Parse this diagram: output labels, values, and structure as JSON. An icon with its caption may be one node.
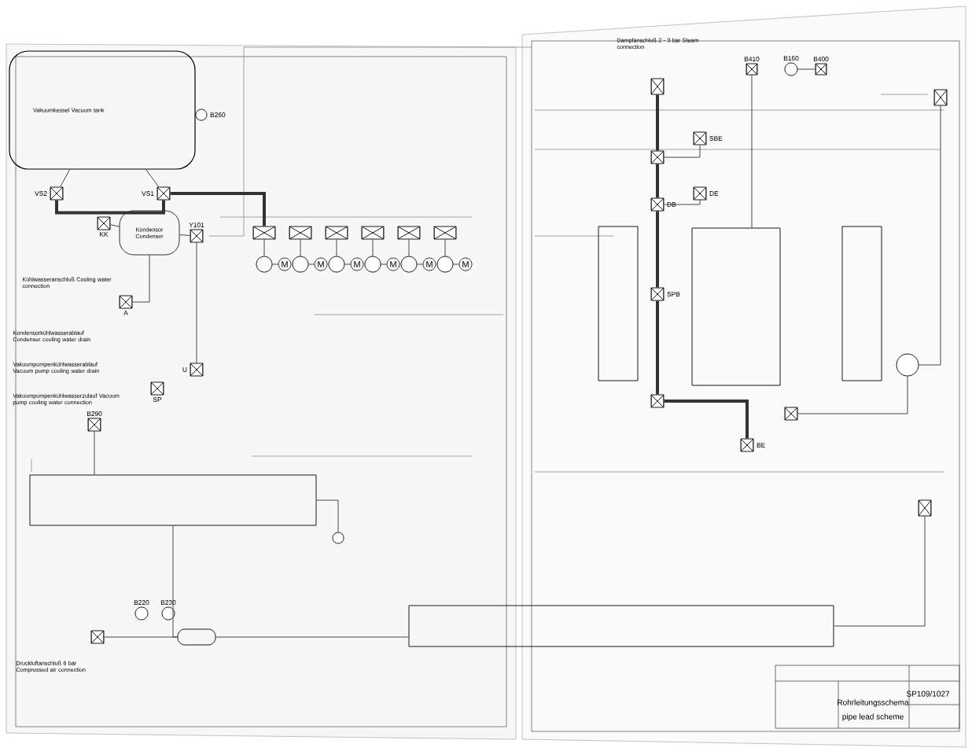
{
  "diagram": {
    "nodes": [
      {
        "text": [
          "Vakuumkessel Vacuum tank"
        ]
      },
      {
        "text": [],
        "shape": "circle",
        "beside": [
          "B260"
        ]
      },
      {
        "text": [],
        "shape": "box",
        "beside": [
          "VS2"
        ]
      },
      {
        "text": [],
        "shape": "box",
        "beside": [
          "VS1"
        ]
      },
      {
        "text": [
          "Kondensor Condenser"
        ]
      },
      {
        "text": [],
        "shape": "box",
        "beside": [
          "KK"
        ]
      },
      {
        "text": [],
        "shape": "box",
        "beside": [
          "Y101"
        ]
      },
      {
        "text": [],
        "shape": "box",
        "beside": [
          "A"
        ]
      },
      {
        "text": [],
        "shape": "box",
        "beside": [
          "U"
        ]
      },
      {
        "text": [],
        "shape": "box",
        "beside": [
          "SP"
        ]
      },
      {
        "text": [],
        "shape": "box",
        "beside": [
          "B290"
        ]
      },
      {
        "text": [],
        "shape": "circle"
      },
      {
        "text": [],
        "shape": "circle"
      },
      {
        "text": [],
        "shape": "circle"
      },
      {
        "text": [],
        "shape": "circle"
      },
      {
        "text": [],
        "shape": "circle"
      },
      {
        "text": [],
        "shape": "circle"
      },
      {
        "text": [
          "M"
        ]
      },
      {
        "text": [
          "M"
        ]
      },
      {
        "text": [
          "M"
        ]
      },
      {
        "text": [
          "M"
        ]
      },
      {
        "text": [
          "M"
        ]
      },
      {
        "text": [
          "M"
        ]
      },
      {
        "text": [],
        "shape": "box"
      },
      {
        "text": [],
        "shape": "box"
      },
      {
        "text": [],
        "shape": "box"
      },
      {
        "text": [],
        "shape": "box"
      },
      {
        "text": [],
        "shape": "box"
      },
      {
        "text": [],
        "shape": "box"
      },
      {
        "text": [],
        "shape": "box"
      },
      {
        "text": [],
        "shape": "circle"
      },
      {
        "text": [],
        "shape": "box"
      },
      {
        "text": [],
        "shape": "circle",
        "beside": [
          "B220"
        ]
      },
      {
        "text": [],
        "shape": "circle",
        "beside": [
          "B230"
        ]
      },
      {
        "text": [],
        "shape": "cylinder"
      },
      {
        "text": [],
        "shape": "box"
      },
      {
        "text": [],
        "shape": "box"
      },
      {
        "text": [],
        "shape": "box",
        "beside": [
          "B410"
        ]
      },
      {
        "text": [],
        "shape": "circle",
        "beside": [
          "B160"
        ]
      },
      {
        "text": [],
        "shape": "box",
        "beside": [
          "B400"
        ]
      },
      {
        "text": [],
        "shape": "box",
        "beside": [
          "SBE"
        ]
      },
      {
        "text": [],
        "shape": "box"
      },
      {
        "text": [],
        "shape": "box",
        "beside": [
          "DE"
        ]
      },
      {
        "text": [],
        "shape": "box",
        "beside": [
          "DB"
        ]
      },
      {
        "text": [],
        "shape": "box",
        "beside": [
          "SPB"
        ]
      },
      {
        "text": [],
        "shape": "box"
      },
      {
        "text": [],
        "shape": "box"
      },
      {
        "text": [],
        "shape": "box"
      },
      {
        "text": [],
        "shape": "circle"
      },
      {
        "text": [],
        "shape": "box"
      },
      {
        "text": [],
        "shape": "box"
      },
      {
        "text": [],
        "shape": "box",
        "beside": [
          "BE"
        ]
      },
      {
        "text": [],
        "shape": "box"
      },
      {
        "text": [],
        "shape": "box"
      }
    ],
    "edges": [
      {
        "from": 0,
        "to": 2,
        "arrow": "none"
      },
      {
        "from": 0,
        "to": 3,
        "arrow": "none"
      },
      {
        "from": 3,
        "to": 23,
        "arrow": "none",
        "style": "thick"
      },
      {
        "from": 2,
        "to": 3,
        "arrow": "none",
        "style": "thick"
      },
      {
        "from": 5,
        "to": 4,
        "arrow": "none"
      },
      {
        "from": 4,
        "to": 6,
        "arrow": "none"
      },
      {
        "from": 6,
        "to": 8,
        "arrow": "none"
      },
      {
        "from": 7,
        "to": 4,
        "arrow": "none"
      },
      {
        "from": 23,
        "to": 11,
        "arrow": "none"
      },
      {
        "from": 24,
        "to": 12,
        "arrow": "none"
      },
      {
        "from": 25,
        "to": 13,
        "arrow": "none"
      },
      {
        "from": 26,
        "to": 14,
        "arrow": "none"
      },
      {
        "from": 27,
        "to": 15,
        "arrow": "none"
      },
      {
        "from": 28,
        "to": 16,
        "arrow": "none"
      },
      {
        "from": 11,
        "to": 17,
        "arrow": "none"
      },
      {
        "from": 12,
        "to": 18,
        "arrow": "none"
      },
      {
        "from": 13,
        "to": 19,
        "arrow": "none"
      },
      {
        "from": 14,
        "to": 20,
        "arrow": "none"
      },
      {
        "from": 15,
        "to": 21,
        "arrow": "none"
      },
      {
        "from": 16,
        "to": 22,
        "arrow": "none"
      },
      {
        "from": 10,
        "to": 29,
        "arrow": "none"
      },
      {
        "from": 31,
        "to": 34,
        "arrow": "none"
      },
      {
        "from": 34,
        "to": 29,
        "arrow": "none"
      },
      {
        "from": 34,
        "to": 35,
        "arrow": "none"
      },
      {
        "from": 29,
        "to": 30,
        "arrow": "none"
      },
      {
        "from": 36,
        "to": 41,
        "arrow": "none",
        "style": "thick"
      },
      {
        "from": 41,
        "to": 43,
        "arrow": "none",
        "style": "thick"
      },
      {
        "from": 43,
        "to": 44,
        "arrow": "none",
        "style": "thick"
      },
      {
        "from": 40,
        "to": 41,
        "arrow": "none"
      },
      {
        "from": 42,
        "to": 43,
        "arrow": "none"
      },
      {
        "from": 37,
        "to": 45,
        "arrow": "none"
      },
      {
        "from": 38,
        "to": 39,
        "arrow": "none"
      },
      {
        "from": 44,
        "to": 49,
        "arrow": "none",
        "style": "thick"
      },
      {
        "from": 49,
        "to": 51,
        "arrow": "none",
        "style": "thick"
      },
      {
        "from": 50,
        "to": 48,
        "arrow": "none"
      },
      {
        "from": 52,
        "to": 48,
        "arrow": "none"
      },
      {
        "from": 53,
        "to": 35,
        "arrow": "none"
      }
    ],
    "labels": [
      "Kühlwasseranschluß Cooling water connection",
      "Kondensorkühlwasserablauf Condenser cooling water drain",
      "Vakuumpumpenkühlwasserablauf Vacuum pump cooling water drain",
      "Vakuumpumpenkühlwasserzulauf Vacuum pump cooling water connection",
      "Druckluftanschluß 6 bar Compressed air connection",
      "Dampfanschluß 2 - 3 bar Steam connection",
      "Rohrleitungsschema",
      "pipe lead scheme",
      "SP109/1027"
    ]
  }
}
